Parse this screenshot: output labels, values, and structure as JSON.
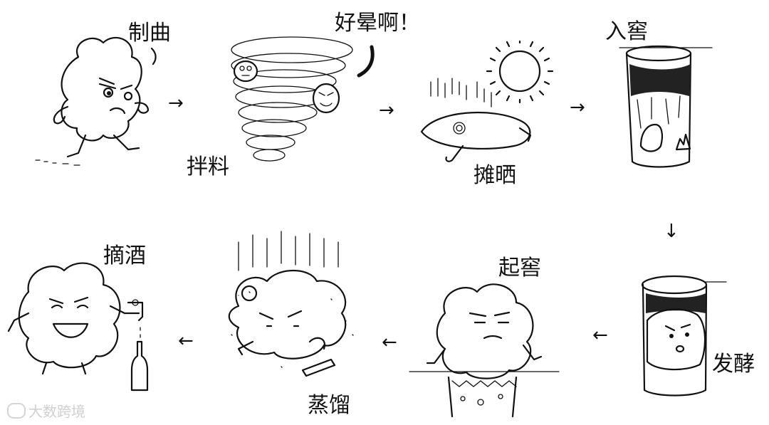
{
  "steps": [
    {
      "label": "制曲",
      "icon": "grain-blob-running-icon"
    },
    {
      "label": "拌料",
      "icon": "whirlwind-mixing-icon"
    },
    {
      "label": "好晕啊！",
      "icon": "dizzy-speech-icon"
    },
    {
      "label": "摊晒",
      "icon": "sun-drying-icon"
    },
    {
      "label": "入窖",
      "icon": "cellar-pit-icon"
    },
    {
      "label": "发酵",
      "icon": "fermenting-pit-icon"
    },
    {
      "label": "起窖",
      "icon": "lifting-out-icon"
    },
    {
      "label": "蒸馏",
      "icon": "steaming-distill-icon"
    },
    {
      "label": "摘酒",
      "icon": "liquor-tap-bottle-icon"
    }
  ],
  "arrows": [
    "→",
    "→",
    "→",
    "↓",
    "←",
    "←",
    "←"
  ],
  "watermark": "大数跨境"
}
